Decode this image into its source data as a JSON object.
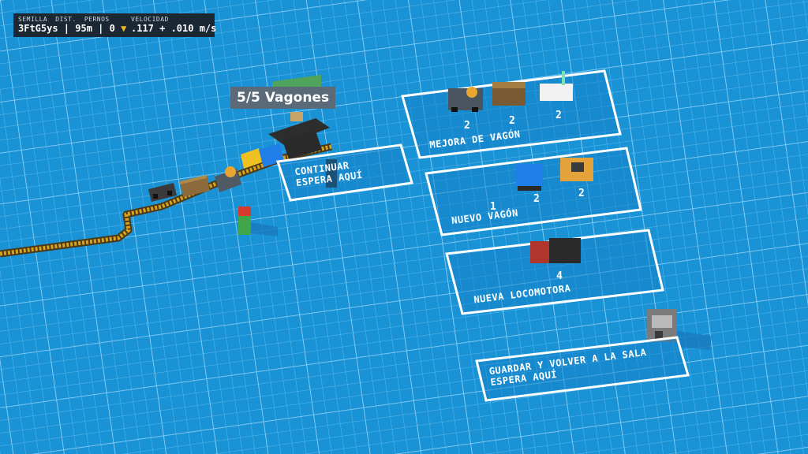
{
  "hud": {
    "seed_label": "SEMILLA",
    "seed_value": "3FtG5ys",
    "dist_label": "DIST.",
    "dist_value": "95m",
    "bolts_label": "PERNOS",
    "bolts_value": "0",
    "speed_label": "VELOCIDAD",
    "speed_value": ".117 + .010 m/s"
  },
  "wagons_title": "5/5 Vagones",
  "zones": {
    "continue": {
      "line1": "CONTINUAR",
      "line2": "ESPERA AQUÍ"
    },
    "wagon_upgrade": {
      "title": "MEJORA DE VAGÓN",
      "costs": [
        "2",
        "2",
        "2"
      ]
    },
    "new_wagon": {
      "title": "NUEVO VAGÓN",
      "costs": [
        "1",
        "2",
        "2"
      ]
    },
    "new_locomotive": {
      "title": "NUEVA LOCOMOTORA",
      "cost": "4"
    },
    "save_exit": {
      "line1": "GUARDAR Y VOLVER A LA SALA",
      "line2": "ESPERA AQUÍ"
    }
  },
  "colors": {
    "blueprint": "#1a93d6",
    "grid": "#6cc2f0",
    "hud_bg": "#1b2733",
    "rail": "#d9a21a"
  }
}
